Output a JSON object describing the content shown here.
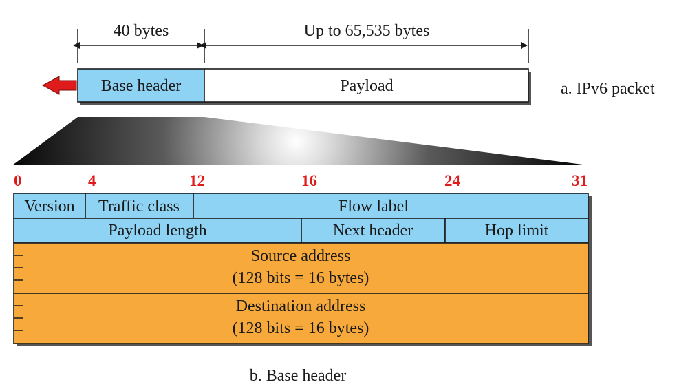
{
  "packet": {
    "header_size_label": "40 bytes",
    "payload_size_label": "Up to 65,535 bytes",
    "base_header_label": "Base header",
    "payload_label": "Payload",
    "caption": "a. IPv6 packet"
  },
  "bit_positions": [
    "0",
    "4",
    "12",
    "16",
    "24",
    "31"
  ],
  "header_fields": {
    "version": "Version",
    "traffic_class": "Traffic class",
    "flow_label": "Flow label",
    "payload_length": "Payload length",
    "next_header": "Next header",
    "hop_limit": "Hop limit",
    "source_address": "Source address",
    "source_size": "(128 bits = 16 bytes)",
    "destination_address": "Destination address",
    "destination_size": "(128 bits = 16 bytes)"
  },
  "caption": "b. Base header",
  "colors": {
    "header_blue": "#8fd3f4",
    "address_orange": "#f7a93b",
    "arrow_red": "#e01b1b",
    "bit_label_red": "#e01b1b",
    "white": "#ffffff"
  }
}
